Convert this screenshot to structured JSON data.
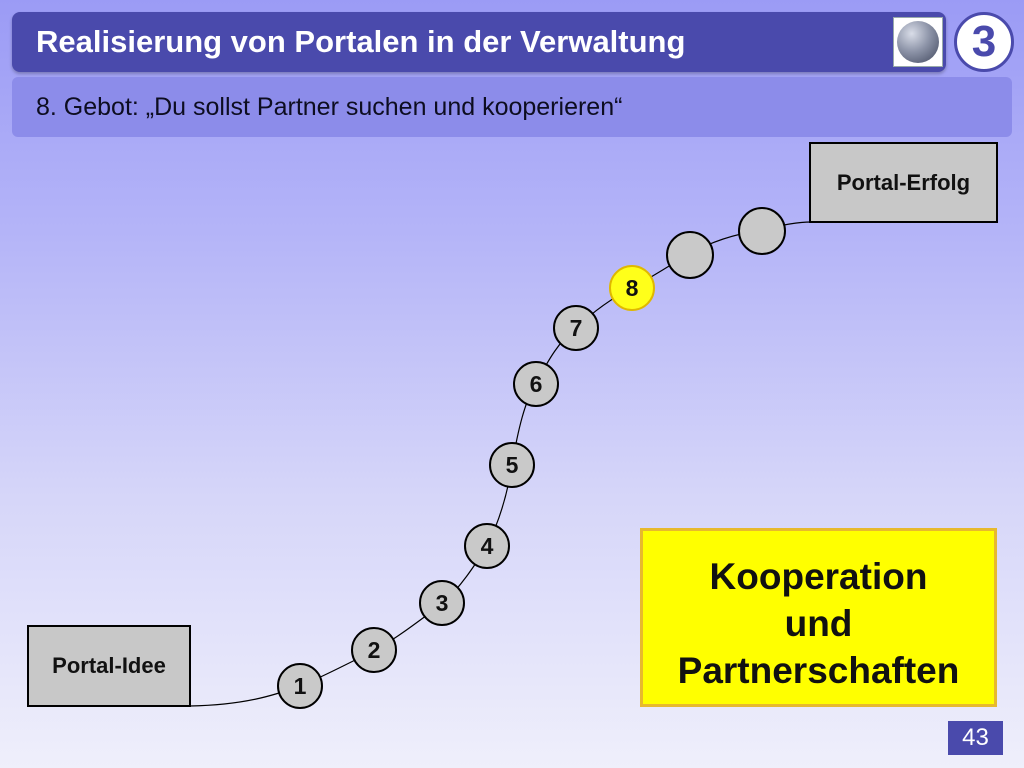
{
  "header": {
    "title": "Realisierung von Portalen in der Verwaltung",
    "chapter_number": "3"
  },
  "subheader": {
    "text": "8. Gebot: „Du sollst Partner suchen und kooperieren“"
  },
  "diagram": {
    "start_label": "Portal-Idee",
    "end_label": "Portal-Erfolg",
    "steps": [
      {
        "label": "1"
      },
      {
        "label": "2"
      },
      {
        "label": "3"
      },
      {
        "label": "4"
      },
      {
        "label": "5"
      },
      {
        "label": "6"
      },
      {
        "label": "7"
      },
      {
        "label": "8",
        "active": true
      },
      {
        "label": ""
      },
      {
        "label": ""
      }
    ],
    "active_step": "8",
    "colors": {
      "active_fill": "#ffff1a",
      "step_fill": "#c9c9c9"
    }
  },
  "callout": {
    "lines": [
      "Kooperation",
      "und",
      "Partnerschaften"
    ],
    "color": "#ffff00"
  },
  "footer": {
    "page_number": "43"
  },
  "theme": {
    "accent": "#4a4aac",
    "subheader_bg": "#8c8cea"
  }
}
